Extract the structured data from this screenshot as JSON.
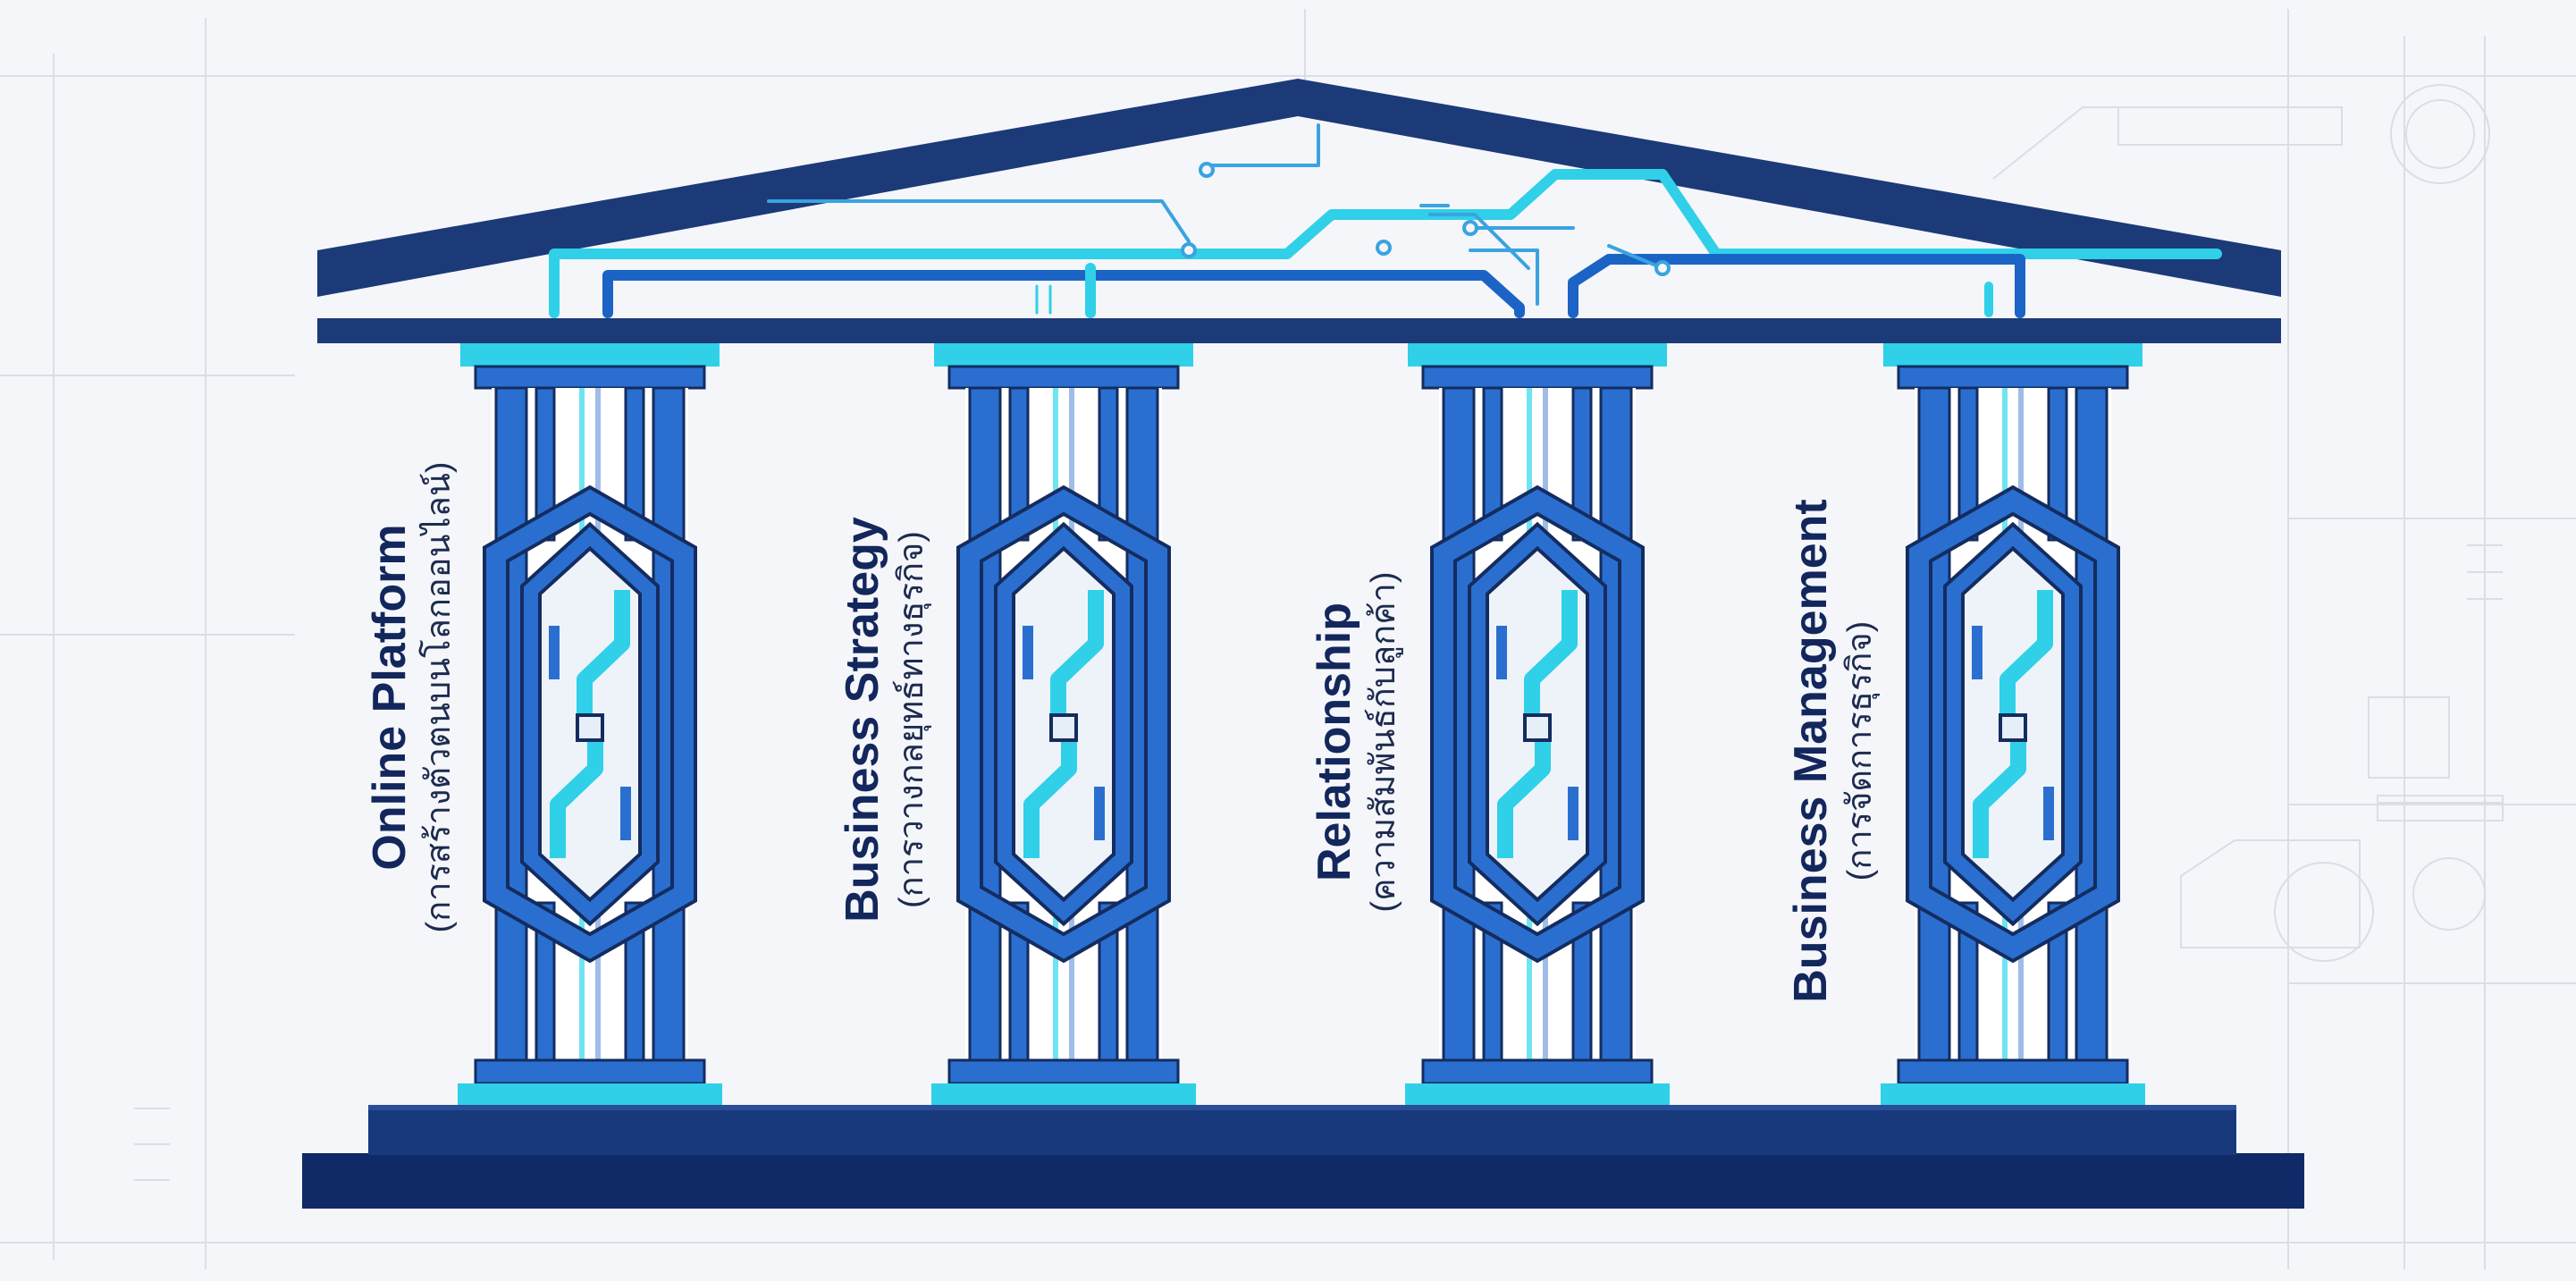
{
  "diagram": {
    "colors": {
      "navy": "#1c3a78",
      "dark_navy": "#142c5f",
      "blue": "#2a6fd0",
      "cyan": "#2fd0e8",
      "light_cyan": "#6fe4f2",
      "background": "#f4f6f9",
      "blueprint_lines": "#d7dde6"
    },
    "pillars": [
      {
        "title": "Online Platform",
        "subtitle": "(การสร้างตัวตนบนโลกออนไลน์)"
      },
      {
        "title": "Business Strategy",
        "subtitle": "(การวางกลยุทธ์ทางธุรกิจ)"
      },
      {
        "title": "Relationship",
        "subtitle": "(ความสัมพันธ์กับลูกค้า)"
      },
      {
        "title": "Business Management",
        "subtitle": "(การจัดการธุรกิจ)"
      }
    ]
  }
}
